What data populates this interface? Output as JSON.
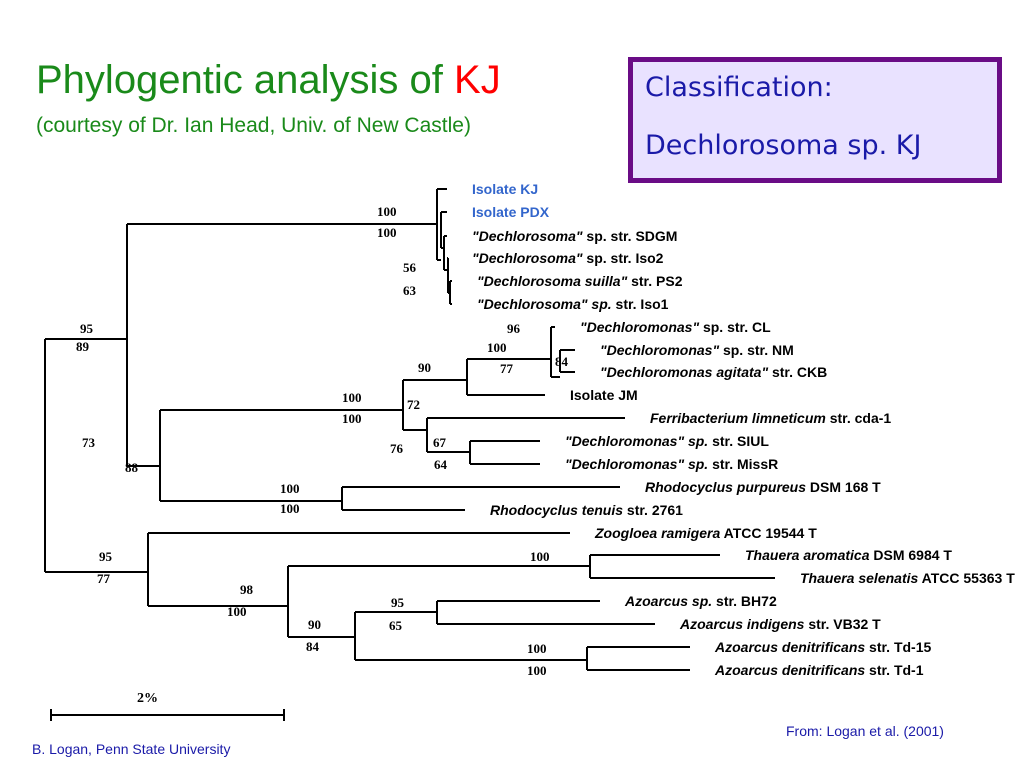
{
  "header": {
    "title_main": "Phylogentic analysis of",
    "title_highlight": "KJ",
    "subtitle": "(courtesy of Dr. Ian Head, Univ. of New Castle)"
  },
  "classification": {
    "label": "Classification:",
    "value": "Dechlorosoma sp. KJ"
  },
  "taxa": [
    {
      "italic": "",
      "plain": "Isolate KJ",
      "color": "#3366cc"
    },
    {
      "italic": "",
      "plain": "Isolate PDX",
      "color": "#3366cc"
    },
    {
      "italic": "\"Dechlorosoma\"",
      "plain": " sp. str. SDGM",
      "color": "#000000"
    },
    {
      "italic": "\"Dechlorosoma\"",
      "plain": " sp. str. Iso2",
      "color": "#000000"
    },
    {
      "italic": "\"Dechlorosoma suilla\"",
      "plain": " str. PS2",
      "color": "#000000"
    },
    {
      "italic": "\"Dechlorosoma\" sp.",
      "plain": " str. Iso1",
      "color": "#000000"
    },
    {
      "italic": "\"Dechloromonas\"",
      "plain": " sp. str. CL",
      "color": "#000000"
    },
    {
      "italic": "\"Dechloromonas\"",
      "plain": " sp. str. NM",
      "color": "#000000"
    },
    {
      "italic": "\"Dechloromonas agitata\"",
      "plain": " str. CKB",
      "color": "#000000"
    },
    {
      "italic": "",
      "plain": "Isolate JM",
      "color": "#000000"
    },
    {
      "italic": "Ferribacterium limneticum",
      "plain": " str. cda-1",
      "color": "#000000"
    },
    {
      "italic": "\"Dechloromonas\" sp.",
      "plain": " str. SIUL",
      "color": "#000000"
    },
    {
      "italic": "\"Dechloromonas\" sp.",
      "plain": " str. MissR",
      "color": "#000000"
    },
    {
      "italic": "Rhodocyclus purpureus",
      "plain": " DSM 168 T",
      "color": "#000000"
    },
    {
      "italic": "Rhodocyclus tenuis",
      "plain": " str. 2761",
      "color": "#000000"
    },
    {
      "italic": "Zoogloea ramigera",
      "plain": " ATCC 19544 T",
      "color": "#000000"
    },
    {
      "italic": "Thauera aromatica",
      "plain": " DSM 6984 T",
      "color": "#000000"
    },
    {
      "italic": "Thauera selenatis",
      "plain": " ATCC 55363 T",
      "color": "#000000"
    },
    {
      "italic": "Azoarcus sp.",
      "plain": " str. BH72",
      "color": "#000000"
    },
    {
      "italic": "Azoarcus indigens",
      "plain": " str. VB32 T",
      "color": "#000000"
    },
    {
      "italic": "Azoarcus denitrificans",
      "plain": " str. Td-15",
      "color": "#000000"
    },
    {
      "italic": "Azoarcus denitrificans",
      "plain": " str. Td-1",
      "color": "#000000"
    }
  ],
  "bootstrap_values": [
    "100",
    "100",
    "56",
    "63",
    "96",
    "100",
    "77",
    "84",
    "90",
    "100",
    "100",
    "72",
    "67",
    "76",
    "64",
    "100",
    "100",
    "95",
    "89",
    "73",
    "88",
    "95",
    "77",
    "100",
    "98",
    "100",
    "95",
    "65",
    "90",
    "84",
    "100",
    "100"
  ],
  "scale_bar": {
    "label": "2%"
  },
  "footer": {
    "credit": "B. Logan, Penn State University",
    "source": "From: Logan et al. (2001)"
  }
}
